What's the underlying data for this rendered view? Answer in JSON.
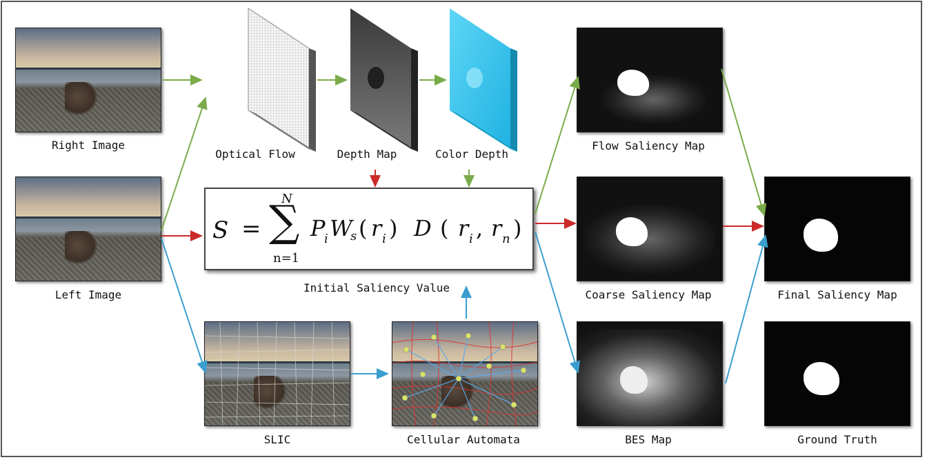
{
  "labels": {
    "right_image": "Right Image",
    "left_image": "Left Image",
    "optical_flow": "Optical Flow",
    "depth_map": "Depth Map",
    "color_depth": "Color Depth",
    "initial_saliency": "Initial Saliency Value",
    "slic": "SLIC",
    "cellular_automata": "Cellular Automata",
    "flow_saliency": "Flow Saliency Map",
    "coarse_saliency": "Coarse Saliency Map",
    "bes_map": "BES Map",
    "final_saliency": "Final Saliency Map",
    "ground_truth": "Ground Truth"
  },
  "formula": {
    "lhs": "S",
    "eq": "=",
    "sum_top": "N",
    "sum_bottom": "n=1",
    "body": "P",
    "i": "i",
    "w": "W",
    "s": "s",
    "r": "r",
    "n": "n",
    "d": "D"
  },
  "colors": {
    "green_arrow": "#7aab4a",
    "red_arrow": "#cc2a2a",
    "blue_arrow": "#3a9fcf",
    "color_depth": "#3cc8ee"
  }
}
